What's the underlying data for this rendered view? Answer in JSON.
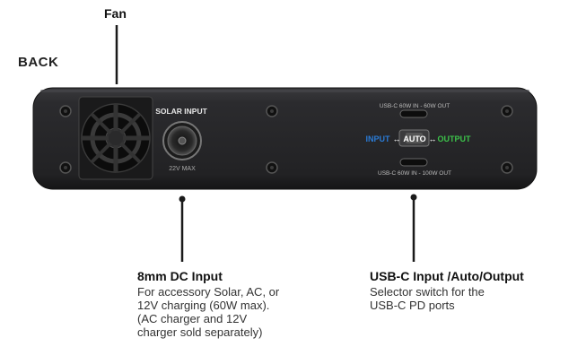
{
  "labels": {
    "fan": "Fan",
    "back": "BACK"
  },
  "device": {
    "solar_input": "SOLAR INPUT",
    "solar_voltage": "22V MAX",
    "usbc_top": "USB-C 60W IN - 60W OUT",
    "usbc_bottom": "USB-C 60W IN - 100W OUT",
    "switch_input": "INPUT",
    "switch_auto": "AUTO",
    "switch_output": "OUTPUT",
    "arrow": "↔",
    "colors": {
      "body": "#2a2a2c",
      "input_text": "#2a7bd6",
      "output_text": "#3cc24a",
      "auto_text": "#ffffff"
    }
  },
  "callouts": {
    "dc_input": {
      "title": "8mm DC Input",
      "lines": [
        "For accessory Solar, AC, or",
        "12V charging (60W max).",
        "(AC charger and 12V",
        "charger sold separately)"
      ]
    },
    "usbc": {
      "title": "USB-C Input /Auto/Output",
      "lines": [
        "Selector switch for the",
        "USB-C PD ports"
      ]
    }
  }
}
